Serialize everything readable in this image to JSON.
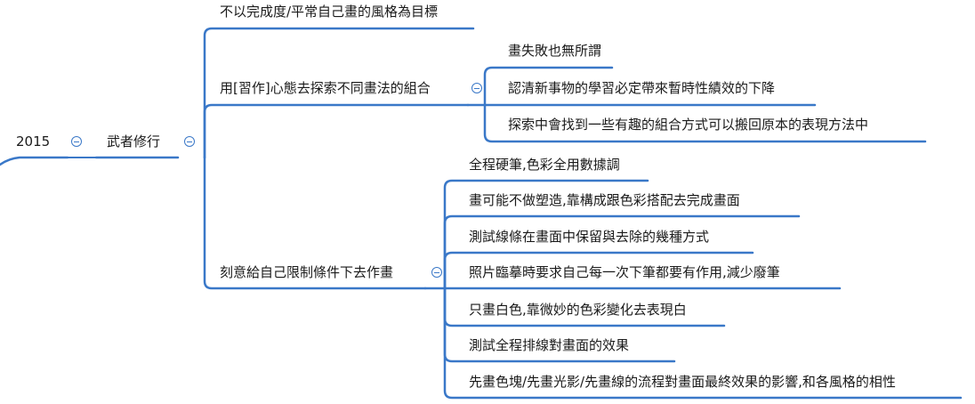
{
  "accent_color": "#3a78c8",
  "collapse_icon": "minus-circle-icon",
  "root": {
    "label": "2015",
    "child": {
      "label": "武者修行",
      "branches": [
        {
          "label": "不以完成度/平常自己畫的風格為目標",
          "children": []
        },
        {
          "label": "用[習作]心態去探索不同畫法的組合",
          "children": [
            "畫失敗也無所謂",
            "認清新事物的學習必定帶來暫時性績效的下降",
            "探索中會找到一些有趣的組合方式可以搬回原本的表現方法中"
          ]
        },
        {
          "label": "刻意給自己限制條件下去作畫",
          "children": [
            "全程硬筆,色彩全用數據調",
            "畫可能不做塑造,靠構成跟色彩搭配去完成畫面",
            "測試線條在畫面中保留與去除的幾種方式",
            "照片臨摹時要求自己每一次下筆都要有作用,減少廢筆",
            "只畫白色,靠微妙的色彩變化去表現白",
            "測試全程排線對畫面的效果",
            "先畫色塊/先畫光影/先畫線的流程對畫面最終效果的影響,和各風格的相性"
          ]
        }
      ]
    }
  }
}
